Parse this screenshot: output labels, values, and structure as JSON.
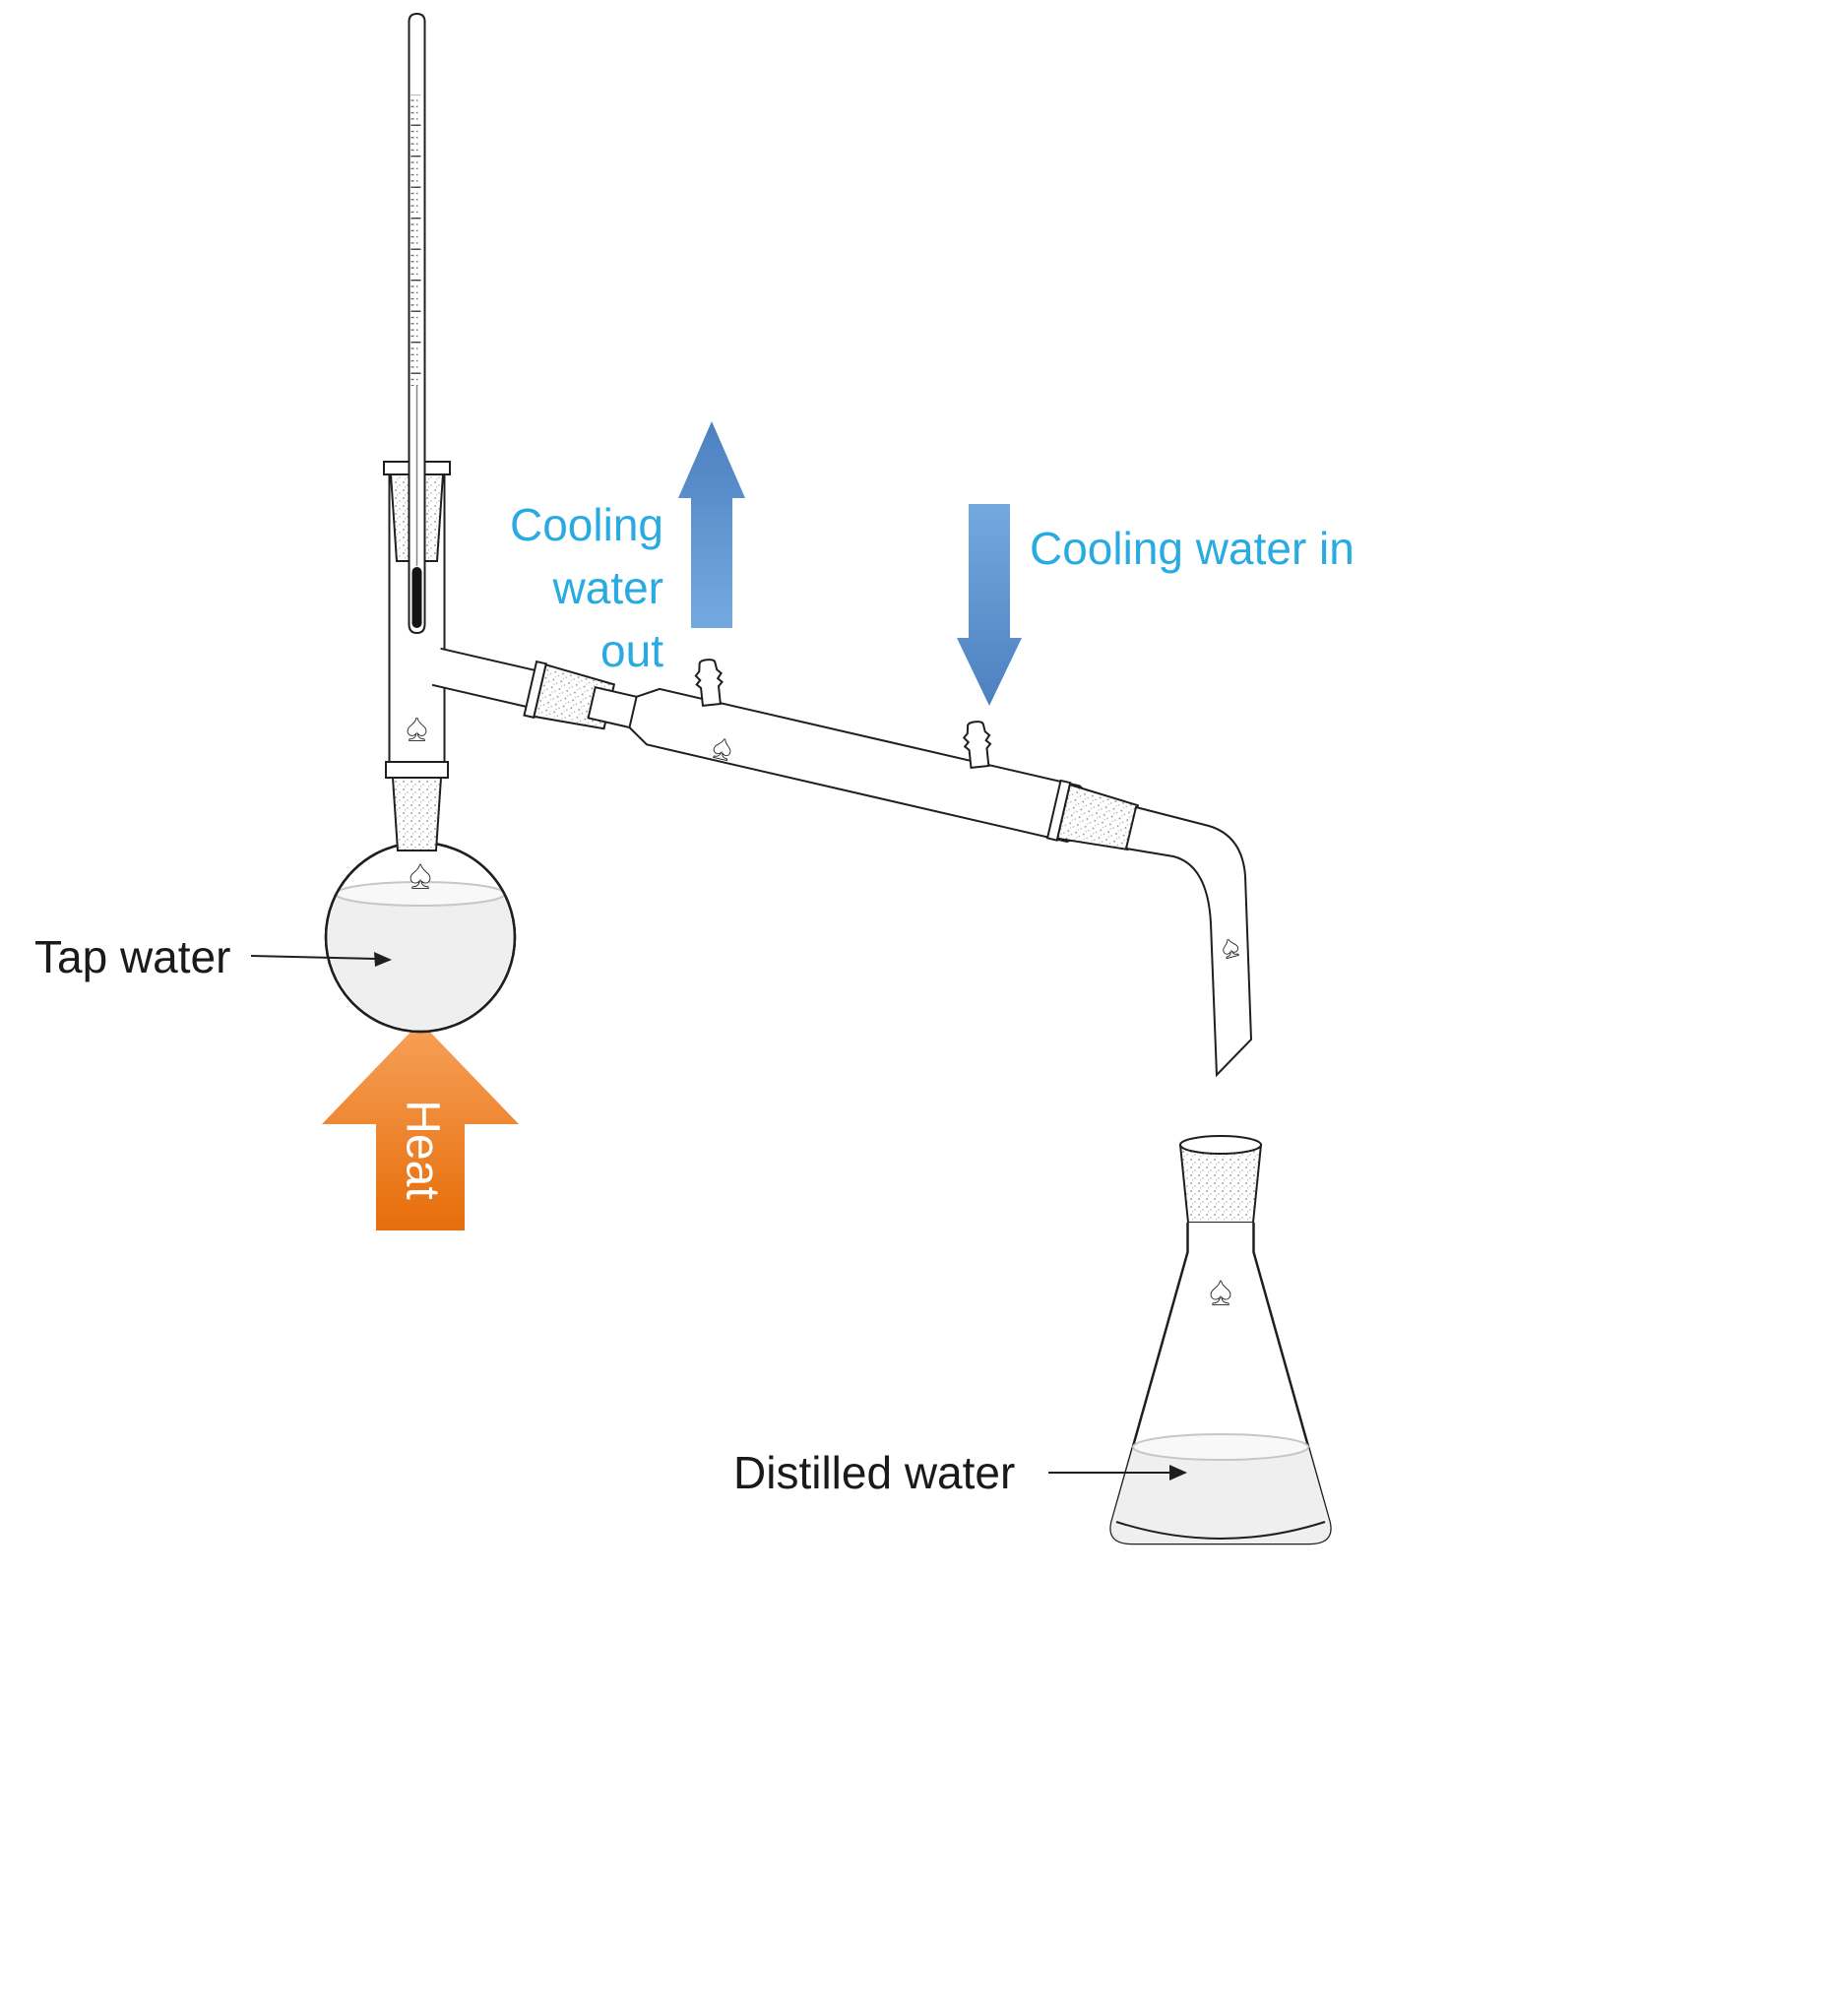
{
  "diagram": {
    "labels": {
      "tap_water": "Tap water",
      "distilled_water": "Distilled water",
      "heat": "Heat",
      "cooling_water_out": [
        "Cooling",
        "water",
        "out"
      ],
      "cooling_water_in": "Cooling water in"
    },
    "colors": {
      "cooling_text": "#29abe2",
      "cooling_arrow_dark": "#4c80bf",
      "cooling_arrow_light": "#74a9e0",
      "heat_arrow_top": "#f7a159",
      "heat_arrow_bottom": "#e66d0a",
      "heat_text": "#ffffff",
      "label_text": "#1a1a1a"
    },
    "marks": {
      "glass_mark": "♠"
    }
  }
}
